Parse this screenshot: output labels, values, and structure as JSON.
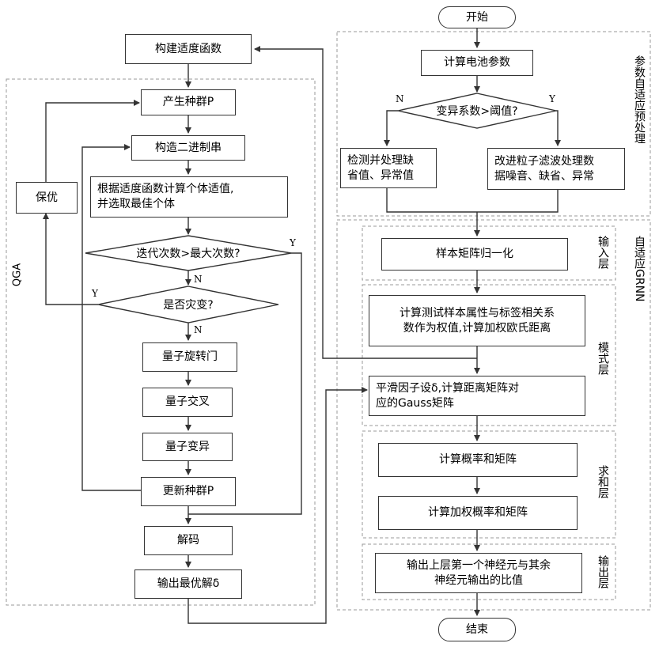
{
  "nodes": {
    "start": "开始",
    "end": "结束",
    "fitness_func": "构建适度函数",
    "gen_pop": "产生种群P",
    "binary_str": "构造二进制串",
    "calc_fitness": "根据适度函数计算个体适值,\n并选取最佳个体",
    "iter_check": "迭代次数>最大次数?",
    "catastrophe": "是否灾变?",
    "elite": "保优",
    "quantum_gate": "量子旋转门",
    "quantum_cross": "量子交叉",
    "quantum_mutate": "量子变异",
    "update_pop": "更新种群P",
    "decode": "解码",
    "output_opt": "输出最优解δ",
    "battery_params": "计算电池参数",
    "cv_check": "变异系数>阈值?",
    "handle_missing": "检测并处理缺\n省值、异常值",
    "pf_handle": "改进粒子滤波处理数\n据噪音、缺省、异常",
    "normalize": "样本矩阵归一化",
    "corr_weight": "计算测试样本属性与标签相关系\n数作为权值,计算加权欧氏距离",
    "gauss": "平滑因子设δ,计算距离矩阵对\n应的Gauss矩阵",
    "prob_sum": "计算概率和矩阵",
    "weighted_prob": "计算加权概率和矩阵",
    "output_ratio": "输出上层第一个神经元与其余\n神经元输出的比值"
  },
  "edge_labels": {
    "n": "N",
    "y": "Y"
  },
  "region_labels": {
    "qga": "QGA",
    "preprocess": "参数自适应预处理",
    "grnn": "自适应GRNN",
    "input_layer": "输入层",
    "pattern_layer": "模式层",
    "sum_layer": "求和层",
    "output_layer": "输出层"
  },
  "colors": {
    "stroke": "#333333",
    "dashed": "#9a9a9a",
    "text": "#000000"
  }
}
